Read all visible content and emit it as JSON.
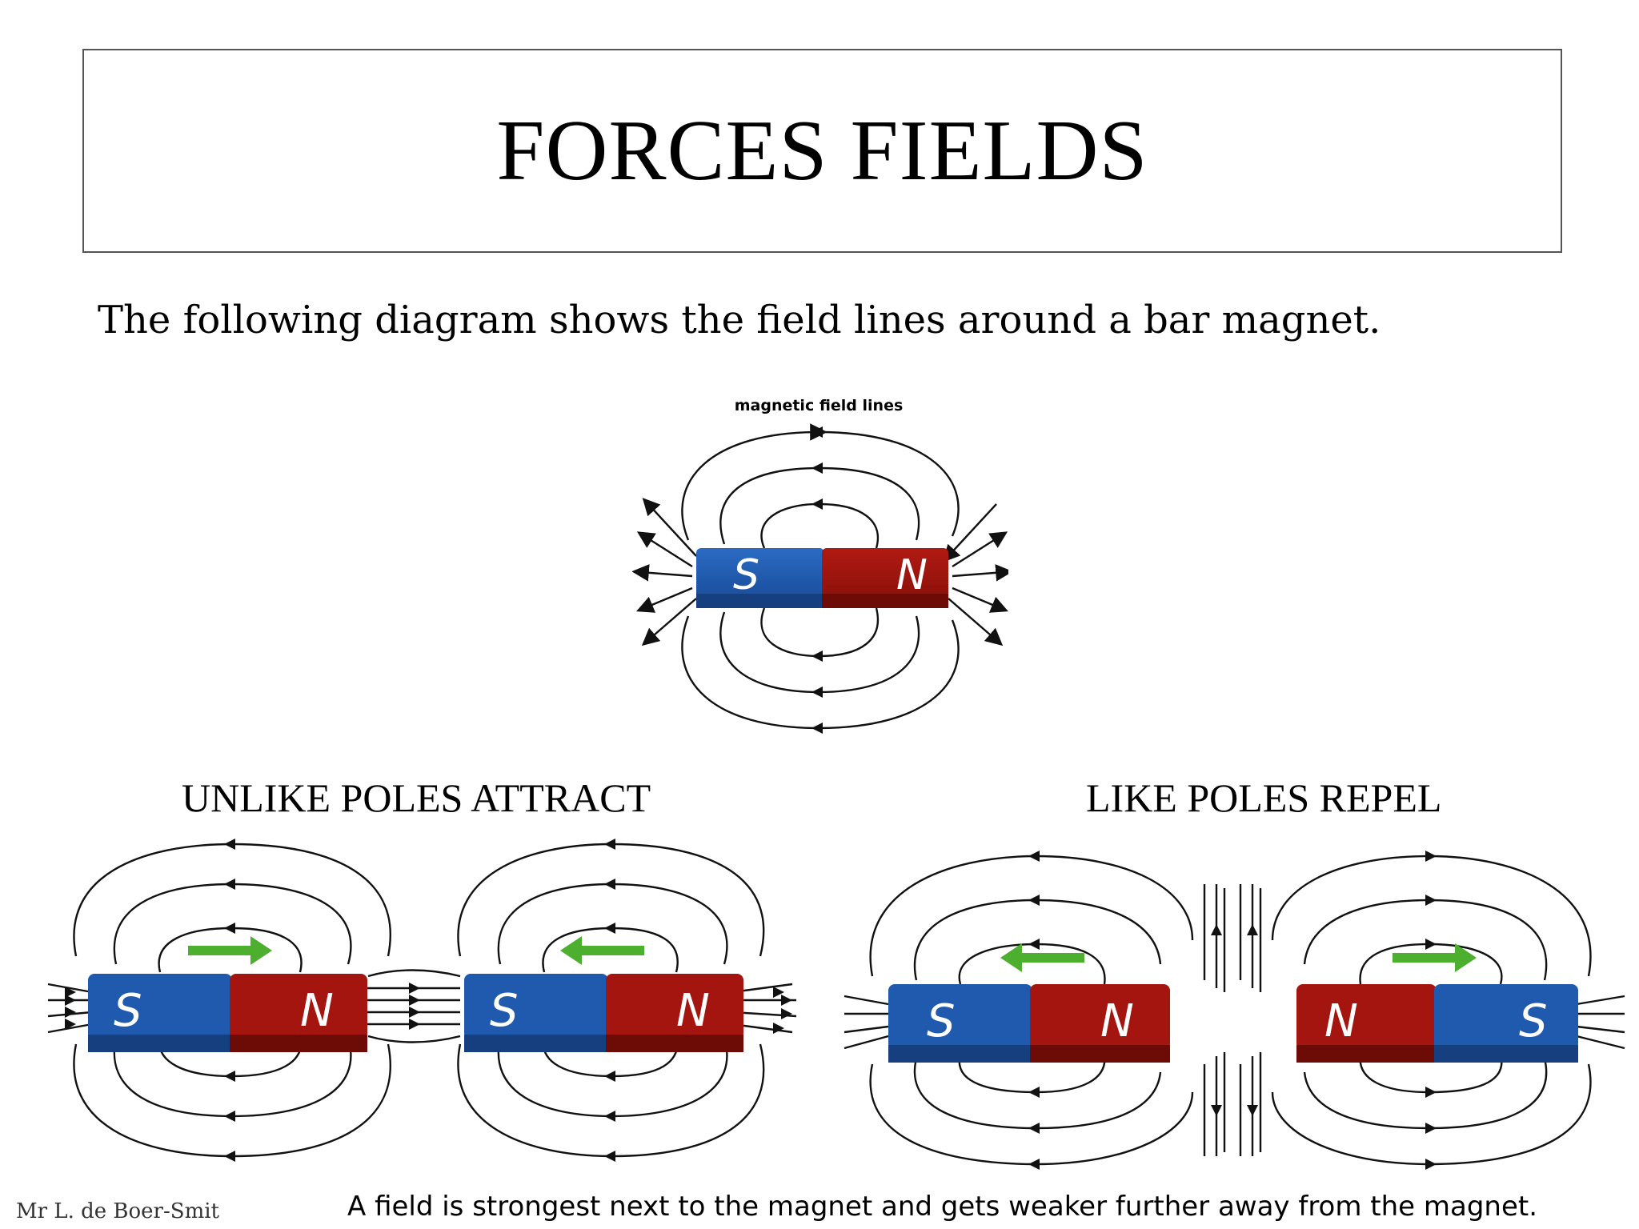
{
  "title": "FORCES FIELDS",
  "intro": "The following diagram shows the field lines around a bar magnet.",
  "diagram": {
    "field_label": "magnetic field lines"
  },
  "sections": {
    "unlike": {
      "heading": "UNLIKE POLES ATTRACT"
    },
    "like": {
      "heading": "LIKE POLES REPEL"
    }
  },
  "poles": {
    "south": "S",
    "north": "N"
  },
  "colors": {
    "north": "#a5150f",
    "south": "#1f5aae",
    "arrow": "#4caf2e",
    "field_line": "#111111"
  },
  "footer": {
    "author": "Mr L. de Boer-Smit",
    "note": "A field is strongest next to the magnet and gets weaker further away from the magnet."
  }
}
